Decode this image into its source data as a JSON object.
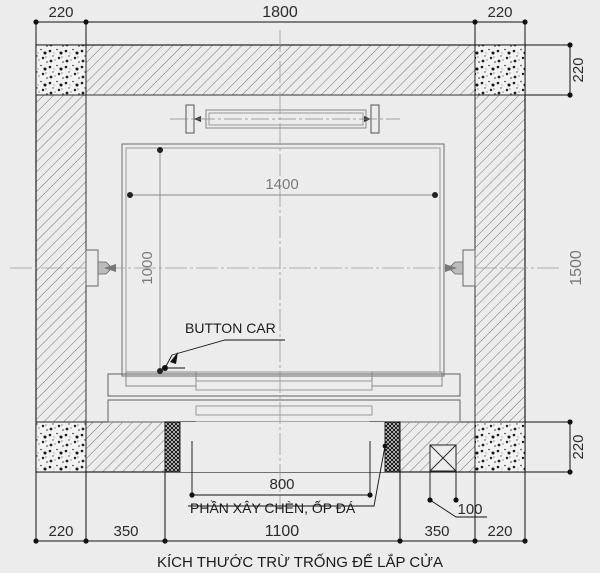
{
  "drawing": {
    "title": "KÍCH THƯỚC TRỪ TRỐNG ĐỂ LẮP CỬA",
    "type": "elevator-door-opening-plan",
    "units": "mm",
    "background_color": "#ececec",
    "line_color": "#1a1a1a",
    "dim_text_color": "#777777"
  },
  "dimensions": {
    "top": [
      {
        "name": "top-left-220",
        "value": "220"
      },
      {
        "name": "top-center-1800",
        "value": "1800"
      },
      {
        "name": "top-right-220",
        "value": "220"
      }
    ],
    "right": [
      {
        "name": "right-top-220",
        "value": "220"
      },
      {
        "name": "right-center-1500",
        "value": "1500"
      },
      {
        "name": "right-bottom-220",
        "value": "220"
      }
    ],
    "bottom": [
      {
        "name": "bottom-220-left",
        "value": "220"
      },
      {
        "name": "bottom-350-left",
        "value": "350"
      },
      {
        "name": "bottom-1100",
        "value": "1100"
      },
      {
        "name": "bottom-350-right",
        "value": "350"
      },
      {
        "name": "bottom-220-right",
        "value": "220"
      }
    ],
    "interior": [
      {
        "name": "car-width-1400",
        "value": "1400"
      },
      {
        "name": "car-depth-1000",
        "value": "1000"
      },
      {
        "name": "door-clear-800",
        "value": "800"
      },
      {
        "name": "detail-100",
        "value": "100"
      }
    ]
  },
  "annotations": [
    {
      "name": "button-car-label",
      "text": "BUTTON CAR"
    },
    {
      "name": "infill-stone-label",
      "text": "PHẦN XÂY CHÈN, ỐP ĐÁ"
    }
  ]
}
